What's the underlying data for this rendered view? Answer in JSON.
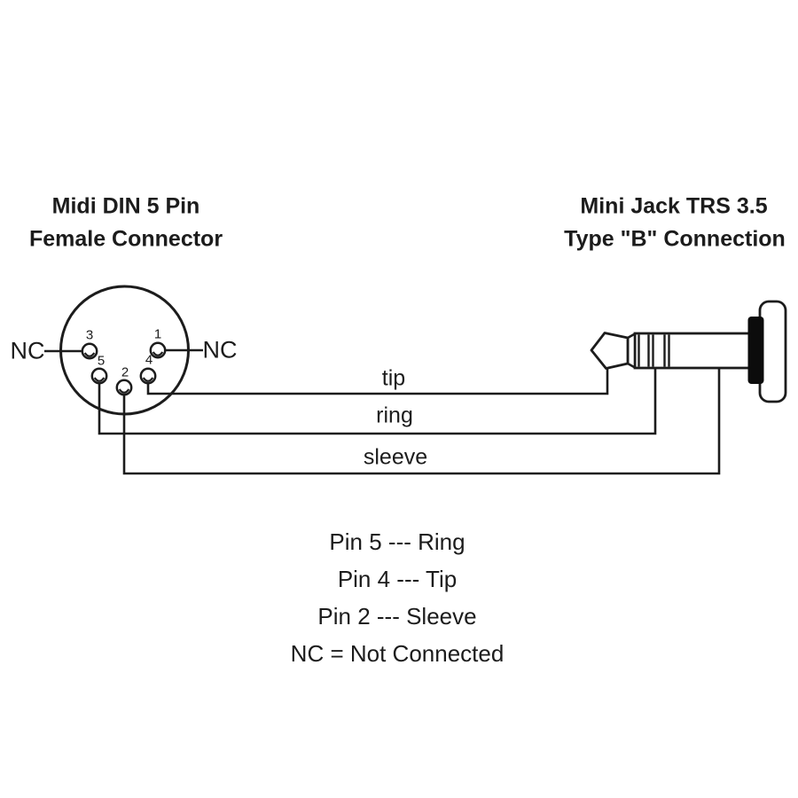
{
  "page": {
    "background_color": "#ffffff",
    "ink_color": "#1c1c1c",
    "jack_band_color": "#0c0c0c"
  },
  "left_connector": {
    "title_line1": "Midi DIN 5 Pin",
    "title_line2": "Female Connector",
    "nc_left": "NC",
    "nc_right": "NC",
    "pin_numbers": {
      "pin3": "3",
      "pin1": "1",
      "pin5": "5",
      "pin4": "4",
      "pin2": "2"
    }
  },
  "right_connector": {
    "title_line1": "Mini Jack TRS 3.5",
    "title_line2": "Type \"B\" Connection"
  },
  "wires": {
    "tip_label": "tip",
    "ring_label": "ring",
    "sleeve_label": "sleeve"
  },
  "legend": [
    "Pin 5 --- Ring",
    "Pin 4 --- Tip",
    "Pin 2 --- Sleeve",
    "NC = Not Connected"
  ]
}
